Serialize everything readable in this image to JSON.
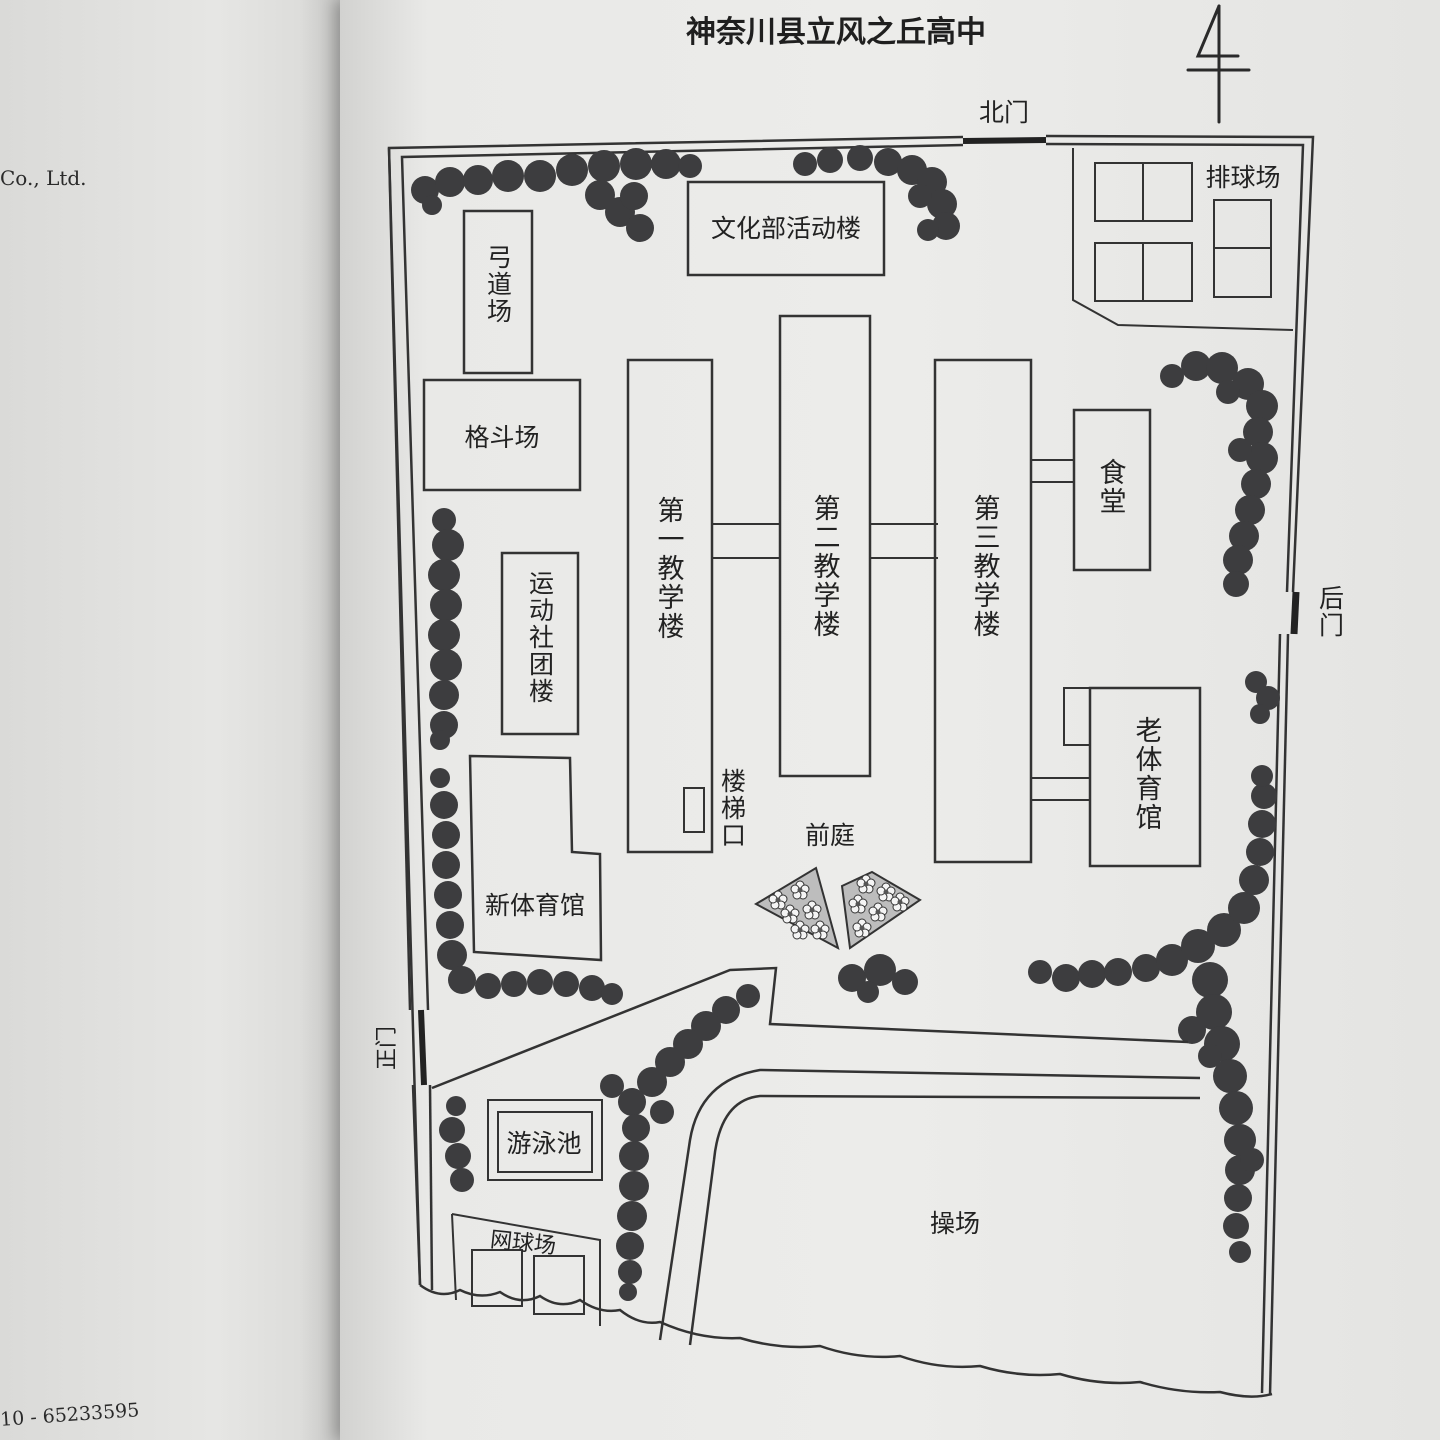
{
  "left_page": {
    "publisher_fragment": "Co., Ltd.",
    "phone_fragment": "10 - 65233595"
  },
  "map": {
    "title": "神奈川县立风之丘高中",
    "compass_symbol": "north-arrow",
    "colors": {
      "ink": "#333333",
      "trees": "#3d3d3f",
      "paper": "#ebebe9",
      "flowers": "#b9b9b9"
    },
    "gates": {
      "north": "北门",
      "main": "正门",
      "back": "后门"
    },
    "buildings": {
      "culture_club": "文化部活动楼",
      "archery": "弓道场",
      "fighting": "格斗场",
      "sports_club": "运动社团楼",
      "new_gym": "新体育馆",
      "old_gym": "老体育馆",
      "bldg1": "第一教学楼",
      "bldg2": "第二教学楼",
      "bldg3": "第三教学楼",
      "cafeteria": "食堂"
    },
    "areas": {
      "volleyball": "排球场",
      "stairs": "楼梯口",
      "front_court": "前庭",
      "pool": "游泳池",
      "tennis": "网球场",
      "field": "操场"
    }
  }
}
